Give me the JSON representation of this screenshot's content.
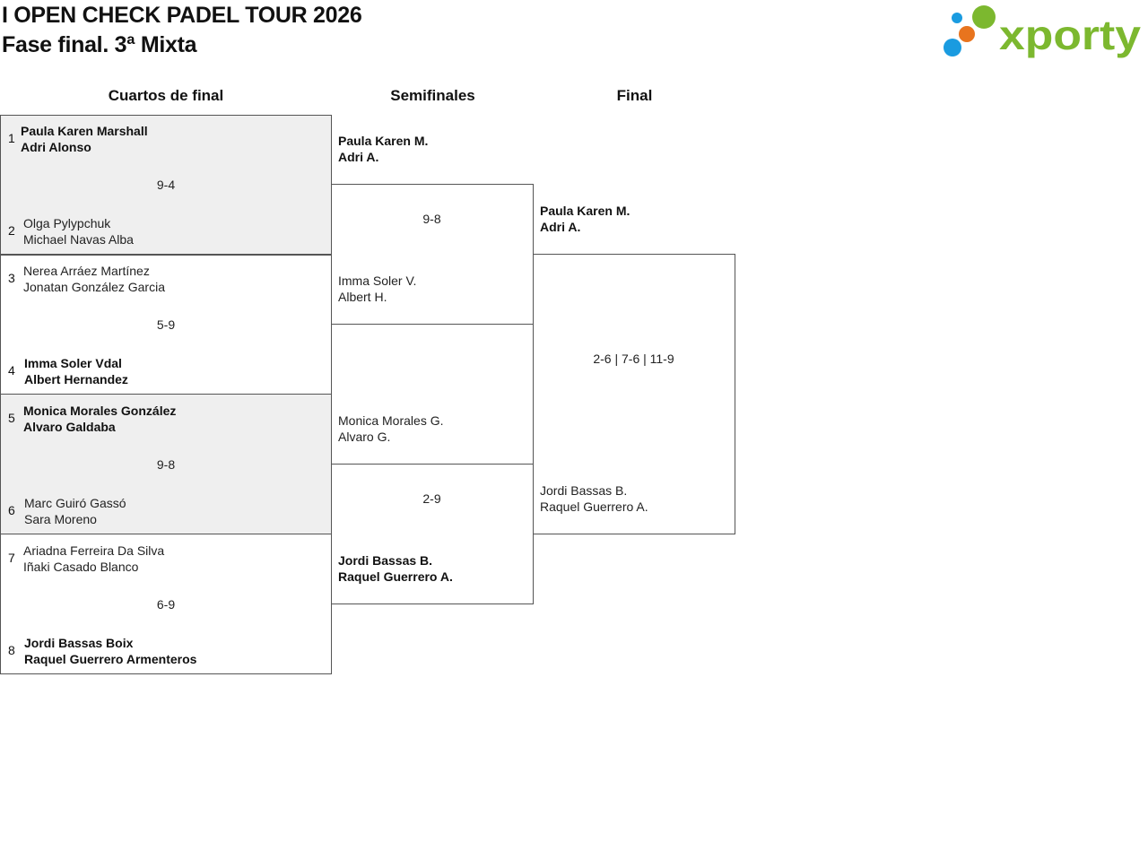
{
  "header": {
    "title": "I OPEN CHECK PADEL TOUR 2026",
    "subtitle": "Fase final. 3ª Mixta",
    "logo_text": "xporty",
    "logo_colors": {
      "text": "#7cb82f",
      "dot_green": "#7cb82f",
      "dot_blue": "#1a9be0",
      "dot_orange": "#e8741e"
    }
  },
  "rounds": {
    "quarterfinals": "Cuartos de final",
    "semifinals": "Semifinales",
    "final": "Final"
  },
  "quarterfinals": [
    {
      "top": {
        "seed": "1",
        "p1": "Paula Karen Marshall",
        "p2": "Adri Alonso",
        "winner": true
      },
      "score": "9-4",
      "bottom": {
        "seed": "2",
        "p1": "Olga Pylypchuk",
        "p2": "Michael Navas Alba",
        "winner": false
      }
    },
    {
      "top": {
        "seed": "3",
        "p1": "Nerea Arráez Martínez",
        "p2": "Jonatan González Garcia",
        "winner": false
      },
      "score": "5-9",
      "bottom": {
        "seed": "4",
        "p1": "Imma Soler Vdal",
        "p2": "Albert Hernandez",
        "winner": true
      }
    },
    {
      "top": {
        "seed": "5",
        "p1": "Monica Morales González",
        "p2": "Alvaro Galdaba",
        "winner": true
      },
      "score": "9-8",
      "bottom": {
        "seed": "6",
        "p1": "Marc Guiró Gassó",
        "p2": "Sara Moreno",
        "winner": false
      }
    },
    {
      "top": {
        "seed": "7",
        "p1": "Ariadna Ferreira Da Silva",
        "p2": "Iñaki Casado Blanco",
        "winner": false
      },
      "score": "6-9",
      "bottom": {
        "seed": "8",
        "p1": "Jordi Bassas Boix",
        "p2": "Raquel Guerrero Armenteros",
        "winner": true
      }
    }
  ],
  "semifinals": [
    {
      "top": {
        "p1": "Paula Karen M.",
        "p2": "Adri A.",
        "winner": true
      },
      "score": "9-8",
      "bottom": {
        "p1": "Imma Soler V.",
        "p2": "Albert H.",
        "winner": false
      }
    },
    {
      "top": {
        "p1": "Monica Morales G.",
        "p2": "Alvaro G.",
        "winner": false
      },
      "score": "2-9",
      "bottom": {
        "p1": "Jordi Bassas B.",
        "p2": "Raquel Guerrero A.",
        "winner": true
      }
    }
  ],
  "final": {
    "top": {
      "p1": "Paula Karen M.",
      "p2": "Adri A.",
      "winner": true
    },
    "score": "2-6 | 7-6 | 11-9",
    "bottom": {
      "p1": "Jordi Bassas B.",
      "p2": "Raquel Guerrero A.",
      "winner": false
    }
  }
}
